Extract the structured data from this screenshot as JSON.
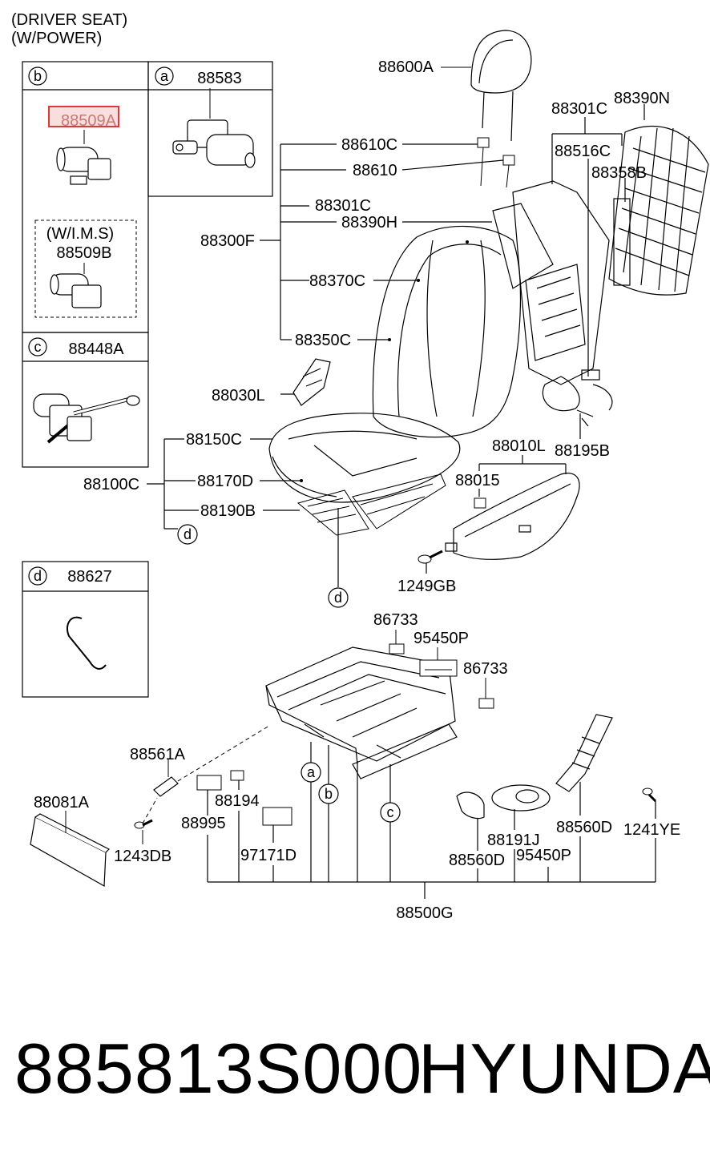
{
  "header": {
    "line1": "(DRIVER SEAT)",
    "line2": "(W/POWER)"
  },
  "inset_b": {
    "circle": "b",
    "part_highlighted": "88509A",
    "variant_label": "(W/I.M.S)",
    "variant_part": "88509B"
  },
  "inset_a": {
    "circle": "a",
    "part": "88583"
  },
  "inset_c": {
    "circle": "c",
    "part": "88448A"
  },
  "inset_d": {
    "circle": "d",
    "part": "88627"
  },
  "seatback": {
    "headrest": "88600A",
    "guide_1": "88610C",
    "guide_2": "88610",
    "cover_1": "88301C",
    "pad_1": "88390H",
    "assembly": "88300F",
    "pad_2": "88370C",
    "pad_3": "88350C",
    "frame_cover": "88301C",
    "back_board": "88390N",
    "cable": "88516C",
    "trim": "88358B",
    "bolt": "88195B",
    "bracket": "88030L"
  },
  "cushion": {
    "assembly": "88100C",
    "cover": "88150C",
    "pad": "88170D",
    "mat": "88190B",
    "circle_d": "d",
    "circle_d2": "d"
  },
  "side_shield": {
    "assembly": "88010L",
    "clip": "88015",
    "screw": "1249GB"
  },
  "track": {
    "clip_1": "86733",
    "module": "95450P",
    "clip_2": "86733",
    "cover": "88561A",
    "end_cover": "88081A",
    "screw": "1243DB",
    "unit_1": "88995",
    "clip": "88194",
    "unit_2": "97171D",
    "switch_1": "88560D",
    "switch_knob": "88191J",
    "switch_2": "88560D",
    "module_2": "95450P",
    "screw_2": "1241YE",
    "assembly": "88500G",
    "circle_a": "a",
    "circle_b": "b",
    "circle_c": "c"
  },
  "footer": {
    "part_number": "885813S000",
    "brand": "HYUNDAI"
  },
  "colors": {
    "highlight_border": "#d93a3a",
    "highlight_fill": "#f9dede",
    "line": "#000000"
  }
}
